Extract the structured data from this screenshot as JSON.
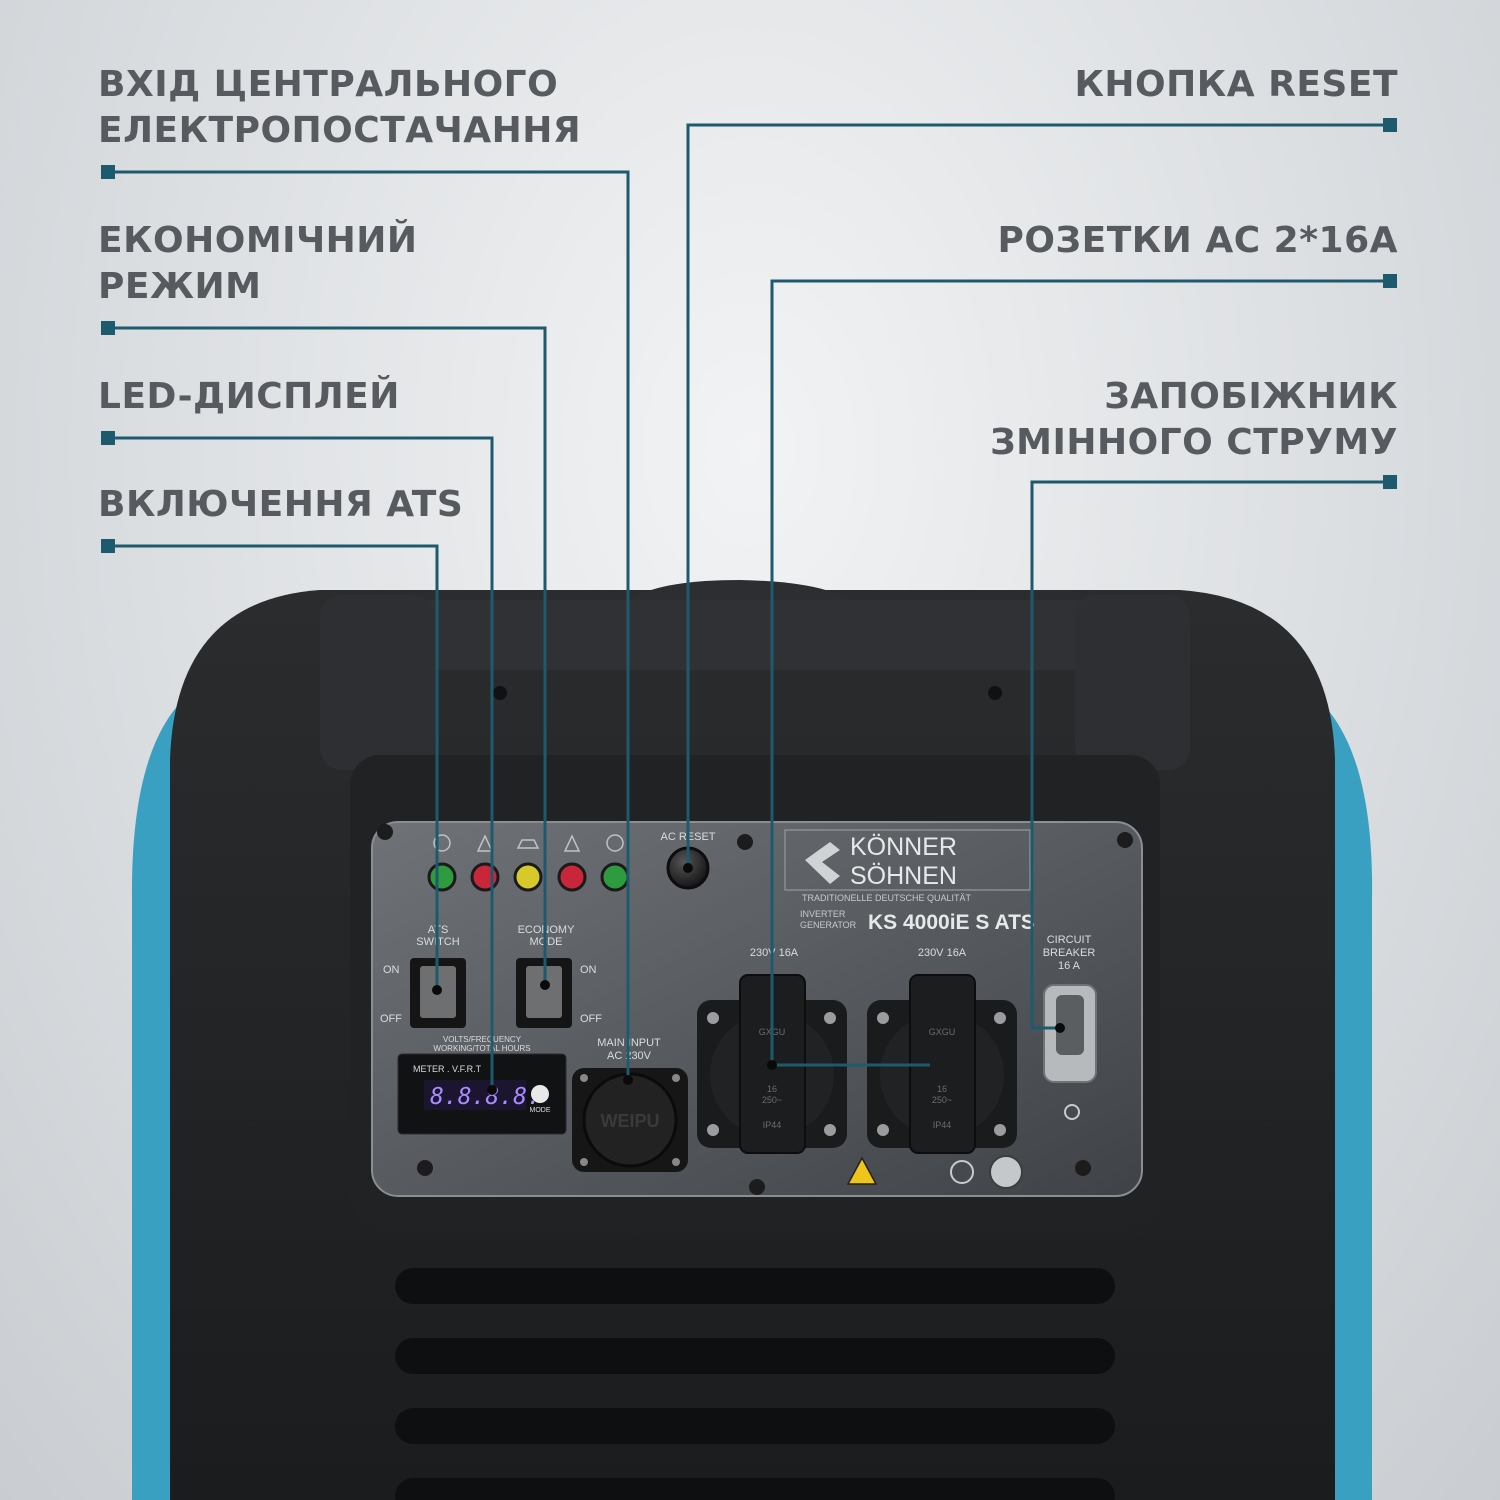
{
  "callouts": {
    "main_input": {
      "line1": "ВХІД ЦЕНТРАЛЬНОГО",
      "line2": "ЕЛЕКТРОПОСТАЧАННЯ"
    },
    "economy": {
      "line1": "ЕКОНОМІЧНИЙ",
      "line2": "РЕЖИМ"
    },
    "display": {
      "line1": "LED-ДИСПЛЕЙ"
    },
    "ats": {
      "line1": "ВКЛЮЧЕННЯ ATS"
    },
    "reset": {
      "line1": "КНОПКА RESET"
    },
    "sockets": {
      "line1": "РОЗЕТКИ AC 2*16A"
    },
    "breaker": {
      "line1": "ЗАПОБІЖНИК",
      "line2": "ЗМІННОГО СТРУМУ"
    }
  },
  "panel": {
    "brand_top": "KÖNNER",
    "brand_bottom": "SÖHNEN",
    "slogan": "TRADITIONELLE DEUTSCHE QUALITÄT",
    "gen_type_1": "INVERTER",
    "gen_type_2": "GENERATOR",
    "model": "KS 4000iE S ATS",
    "ac_reset": "AC RESET",
    "ats_switch_1": "ATS",
    "ats_switch_2": "SWITCH",
    "economy_mode_1": "ECONOMY",
    "economy_mode_2": "MODE",
    "on": "ON",
    "off": "OFF",
    "meter_caption_1": "VOLTS/FREQUENCY",
    "meter_caption_2": "WORKING/TOTAL HOURS",
    "meter_title": "METER . V.F.R.T",
    "meter_digits": "8.8.8.8.",
    "mode": "MODE",
    "main_input_1": "MAIN INPUT",
    "main_input_2": "AC 230V",
    "plug_brand": "WEIPU",
    "socket_label": "230V  16A",
    "socket_logo": "GXGU",
    "socket_rating": "16",
    "socket_voltage": "250~",
    "socket_ip": "IP44",
    "breaker_1": "CIRCUIT",
    "breaker_2": "BREAKER",
    "breaker_3": "16 A"
  },
  "colors": {
    "accent_line": "#1d5a6e",
    "body_blue": "#3aa0c2",
    "led_green": "#2e9b3f",
    "led_red": "#c8263a",
    "led_yellow": "#d8c92a",
    "display_digits": "#a98cff"
  }
}
